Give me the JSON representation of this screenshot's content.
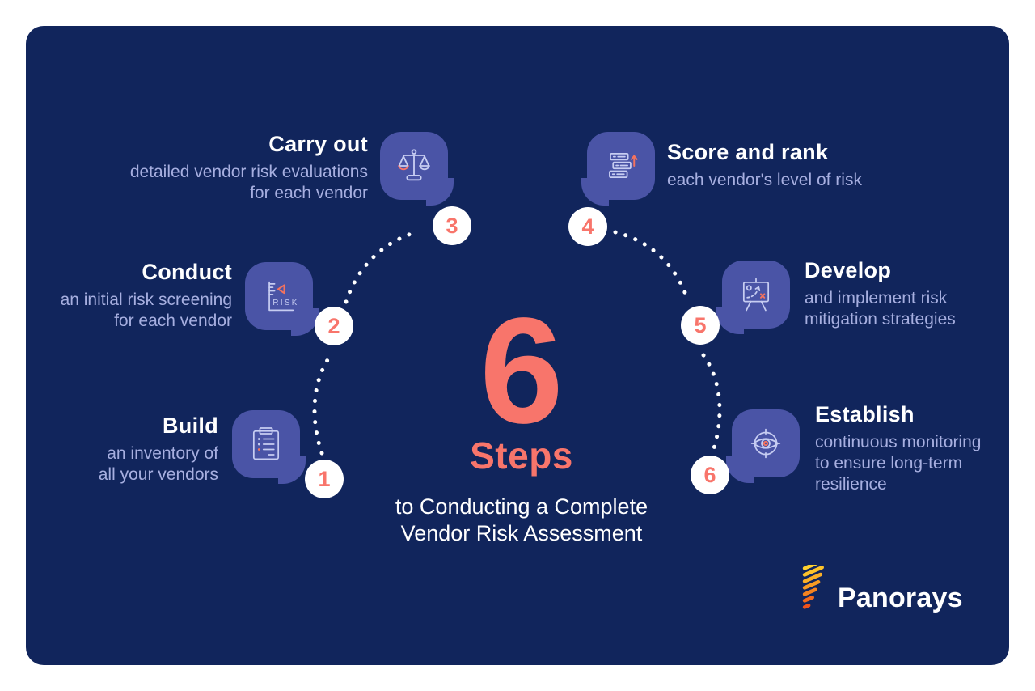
{
  "colors": {
    "card_navy": "#11255C",
    "bubble_indigo": "#4A54A6",
    "accent_coral": "#F8756B",
    "subtitle_lavender": "#A7AFE0",
    "icon_stroke": "#C7CDF2",
    "title_white": "#FFFFFF",
    "logo_orange_top": "#FFD12E",
    "logo_orange_bottom": "#EF521B"
  },
  "center": {
    "big_number": "6",
    "steps_word": "Steps",
    "subtitle_lines": [
      "to Conducting a Complete",
      "Vendor Risk Assessment"
    ]
  },
  "steps": [
    {
      "number": "1",
      "title": "Build",
      "desc_lines": [
        "an inventory of",
        "all your vendors"
      ],
      "icon": "clipboard-checklist"
    },
    {
      "number": "2",
      "title": "Conduct",
      "desc_lines": [
        "an initial risk screening",
        "for each vendor"
      ],
      "icon": "risk-meter",
      "icon_text": "RISK"
    },
    {
      "number": "3",
      "title": "Carry out",
      "desc_lines": [
        "detailed vendor risk evaluations",
        "for each vendor"
      ],
      "icon": "balance-scales"
    },
    {
      "number": "4",
      "title": "Score and rank",
      "desc_lines": [
        "each vendor's level of risk"
      ],
      "icon": "ranking-list"
    },
    {
      "number": "5",
      "title": "Develop",
      "desc_lines": [
        "and implement risk",
        "mitigation strategies"
      ],
      "icon": "strategy-board"
    },
    {
      "number": "6",
      "title": "Establish",
      "desc_lines": [
        "continuous monitoring",
        "to ensure long-term",
        "resilience"
      ],
      "icon": "eye-target"
    }
  ],
  "logo": {
    "brand": "Panorays"
  }
}
